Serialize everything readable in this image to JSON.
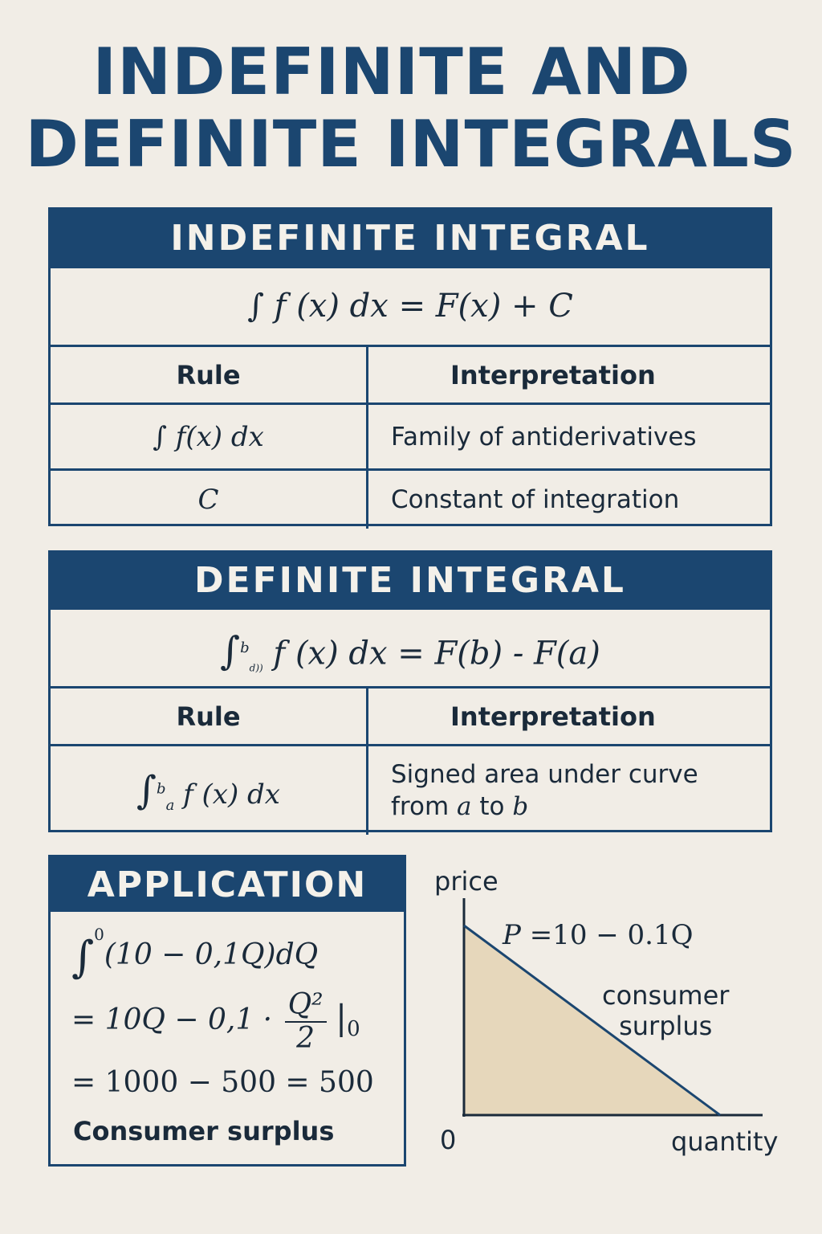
{
  "title": {
    "line1": "INDEFINITE AND",
    "line2": "DEFINITE INTEGRALS"
  },
  "indefinite": {
    "header": "INDEFINITE INTEGRAL",
    "formula": "∫ f (x) dx = F(x) + C",
    "col_rule": "Rule",
    "col_interp": "Interpretation",
    "rows": [
      {
        "rule": "∫ f(x) dx",
        "interp": "Family of antiderivatives"
      },
      {
        "rule": "C",
        "interp": "Constant of integration"
      }
    ]
  },
  "definite": {
    "header": "DEFINITE INTEGRAL",
    "formula_upper": "b",
    "formula_lower": "d))",
    "formula_body": "f (x) dx = F(b) - F(a)",
    "col_rule": "Rule",
    "col_interp": "Interpretation",
    "rule_upper": "b",
    "rule_lower": "a",
    "rule_body": "f (x) dx",
    "interp_line1": "Signed area under curve",
    "interp_line2_pre": "from ",
    "interp_a": "a",
    "interp_mid": " to ",
    "interp_b": "b"
  },
  "application": {
    "header": "APPLICATION",
    "line1_upper": "0",
    "line1_body": "(10 − 0,1Q)dQ",
    "line2_pre": "= 10Q − 0,1 ·",
    "line2_num": "Q²",
    "line2_den": "2",
    "line2_post": "|",
    "line2_sub": "0",
    "line3": "= 1000 − 500 = 500",
    "label": "Consumer surplus"
  },
  "graph": {
    "y_axis_label": "price",
    "x_axis_label": "quantity",
    "origin_label": "0",
    "equation_p": "P",
    "equation_rest": " =10 − 0.1Q",
    "region_label_line1": "consumer",
    "region_label_line2": "surplus",
    "fill_color": "#e6d7bb",
    "line_color": "#1b4670"
  }
}
